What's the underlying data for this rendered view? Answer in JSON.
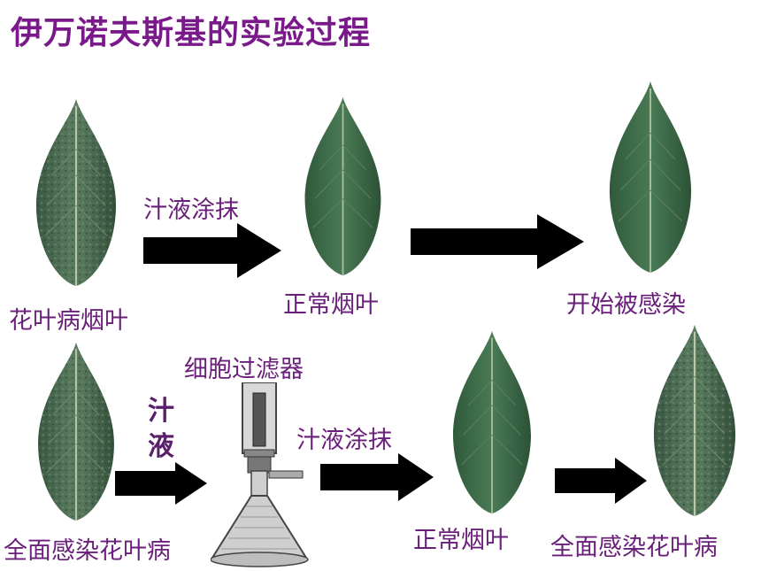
{
  "title": "伊万诺夫斯基的实验过程",
  "row1": {
    "leaf1_label": "花叶病烟叶",
    "arrow1_label": "汁液涂抹",
    "leaf2_label": "正常烟叶",
    "leaf3_label": "开始被感染"
  },
  "row2": {
    "leaf1_label": "全面感染花叶病",
    "juice_char1": "汁",
    "juice_char2": "液",
    "filter_label": "细胞过滤器",
    "arrow2_label": "汁液涂抹",
    "leaf2_label": "正常烟叶",
    "leaf3_label": "全面感染花叶病"
  },
  "colors": {
    "title": "#7a1a8a",
    "label": "#6a1f7a",
    "leaf_healthy": "#3f6b4a",
    "leaf_diseased": "#4e6b52",
    "arrow": "#000000"
  }
}
